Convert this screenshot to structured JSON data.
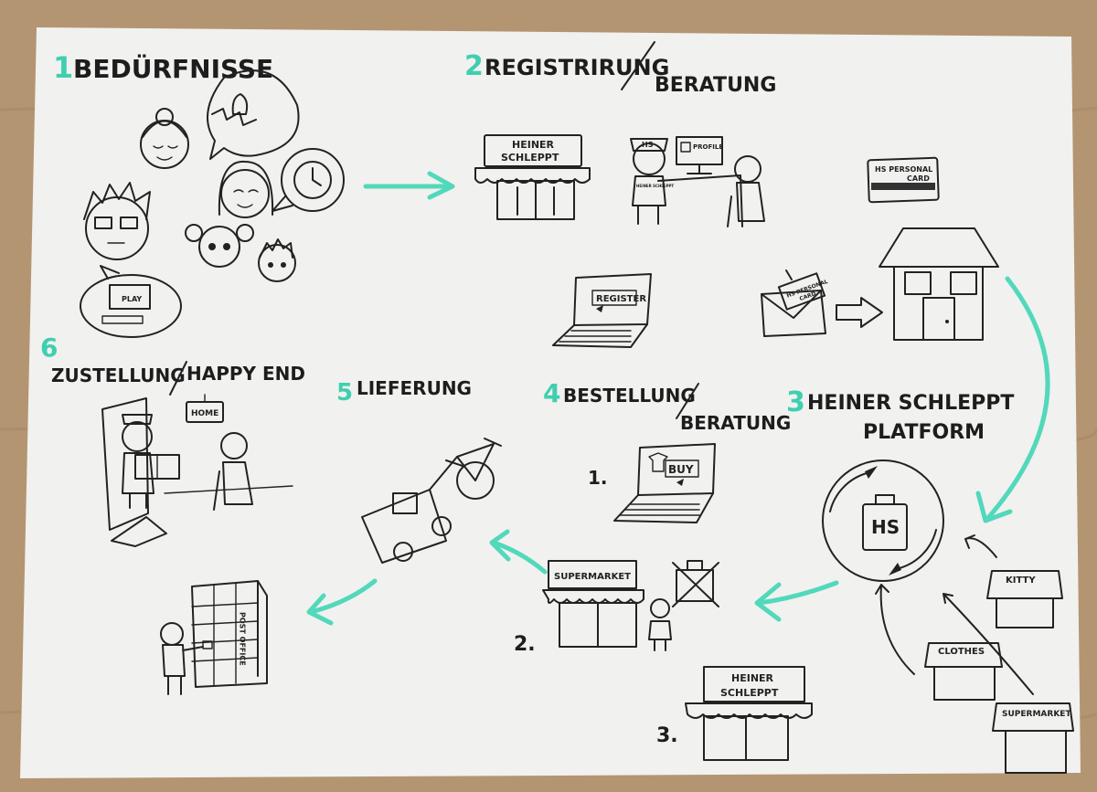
{
  "steps": [
    {
      "number": "1",
      "title": "BEDÜRFNISSE"
    },
    {
      "number": "2",
      "title_a": "REGISTRIRUNG",
      "title_b": "BERATUNG"
    },
    {
      "number": "3",
      "title_a": "HEINER SCHLEPPT",
      "title_b": "PLATFORM"
    },
    {
      "number": "4",
      "title_a": "BESTELLUNG",
      "title_b": "BERATUNG"
    },
    {
      "number": "5",
      "title": "LIEFERUNG"
    },
    {
      "number": "6",
      "title_a": "ZUSTELLUNG",
      "title_b": "HAPPY END"
    }
  ],
  "labels": {
    "shop1_line1": "HEINER",
    "shop1_line2": "SCHLEPPT",
    "cap_hs": "HS",
    "shirt_hs": "HEINER SCHLEPPT",
    "profile": "PROFILE",
    "card_line1": "HS PERSONAL",
    "card_line2": "CARD",
    "envelope_line1": "HS PERSONAL",
    "envelope_line2": "CARD",
    "register": "REGISTER",
    "play": "PLAY",
    "home": "HOME",
    "buy": "BUY",
    "hs_logo": "HS",
    "kitty": "KITTY",
    "clothes": "CLOTHES",
    "supermarket": "SUPERMARKET",
    "post_office": "POST OFFICE",
    "shop3_line1": "HEINER",
    "shop3_line2": "SCHLEPPT",
    "marker_1": "1.",
    "marker_2": "2.",
    "marker_3": "3."
  },
  "colors": {
    "accent": "#52d8bb",
    "paper": "#f1f1ef",
    "ink": "#222222",
    "floor": "#b89a78"
  }
}
